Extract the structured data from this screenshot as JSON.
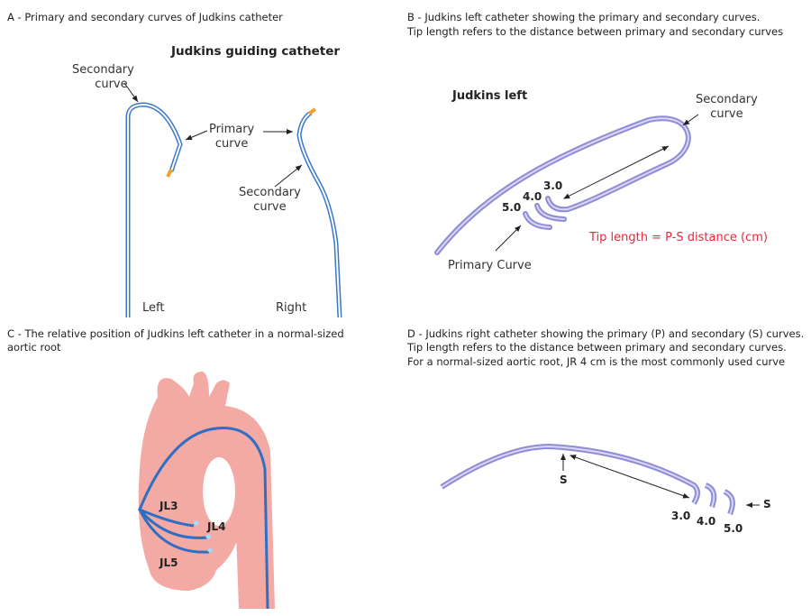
{
  "panel_a": {
    "title": "A - Primary and secondary curves of Judkins catheter",
    "heading": "Judkins guiding catheter",
    "secondary_curve_top": [
      "Secondary",
      "curve"
    ],
    "primary_curve": [
      "Primary",
      "curve"
    ],
    "secondary_curve_right": [
      "Secondary",
      "curve"
    ],
    "left_label": "Left",
    "right_label": "Right"
  },
  "panel_b": {
    "title_lines": [
      "B - Judkins left catheter showing the primary and secondary curves.",
      "Tip length refers to the distance between primary and secondary curves"
    ],
    "heading": "Judkins left",
    "secondary_curve": [
      "Secondary",
      "curve"
    ],
    "primary_curve": "Primary Curve",
    "tip_lengths": [
      "3.0",
      "4.0",
      "5.0"
    ],
    "formula": "Tip length = P-S distance (cm)"
  },
  "panel_c": {
    "title_lines": [
      "C - The relative position of Judkins left catheter in a normal-sized",
      "aortic root"
    ],
    "labels": [
      "JL3",
      "JL4",
      "JL5"
    ]
  },
  "panel_d": {
    "title_lines": [
      "D - Judkins right catheter showing the primary (P) and secondary (S) curves.",
      "Tip length refers to the distance between primary and secondary curves.",
      "For a normal-sized aortic root, JR 4 cm is the most commonly used curve"
    ],
    "s_label_top": "S",
    "s_label_right": "S",
    "tip_lengths": [
      "3.0",
      "4.0",
      "5.0"
    ]
  },
  "colors": {
    "catheter_blue": "#3a78c9",
    "catheter_purple": "#9b98dc",
    "tip_orange": "#f0a030",
    "aorta_pink": "#f4a8a2",
    "red_text": "#e8283c"
  }
}
